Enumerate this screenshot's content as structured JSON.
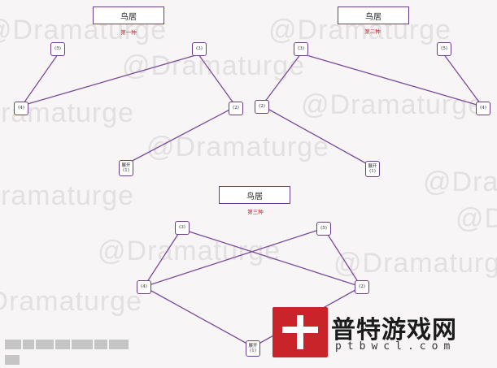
{
  "watermark_text": "@Dramaturge",
  "diagrams": [
    {
      "title": "鸟居",
      "subtitle": "第一种",
      "nodes": [
        {
          "id": "n5",
          "label": "(5)"
        },
        {
          "id": "n3",
          "label": "(3)"
        },
        {
          "id": "n4",
          "label": "(4)"
        },
        {
          "id": "n2",
          "label": "(2)"
        },
        {
          "id": "end",
          "label": "展开",
          "sub": "(1)"
        }
      ]
    },
    {
      "title": "鸟居",
      "subtitle": "第二种",
      "nodes": [
        {
          "id": "n3",
          "label": "(3)"
        },
        {
          "id": "n5",
          "label": "(5)"
        },
        {
          "id": "n2",
          "label": "(2)"
        },
        {
          "id": "n4",
          "label": "(4)"
        },
        {
          "id": "end",
          "label": "展开",
          "sub": "(1)"
        }
      ]
    },
    {
      "title": "鸟居",
      "subtitle": "第三种",
      "nodes": [
        {
          "id": "n3",
          "label": "(3)"
        },
        {
          "id": "n5",
          "label": "(5)"
        },
        {
          "id": "n4",
          "label": "(4)"
        },
        {
          "id": "n2",
          "label": "(2)"
        },
        {
          "id": "end",
          "label": "展开",
          "sub": "(1)"
        }
      ]
    }
  ],
  "brand": {
    "name": "普特游戏网",
    "url": "ptbwcl.com"
  },
  "colors": {
    "line": "#7b4d99",
    "border": "#6a3d86",
    "subtitle": "#c0282d",
    "logo": "#c9242a"
  }
}
